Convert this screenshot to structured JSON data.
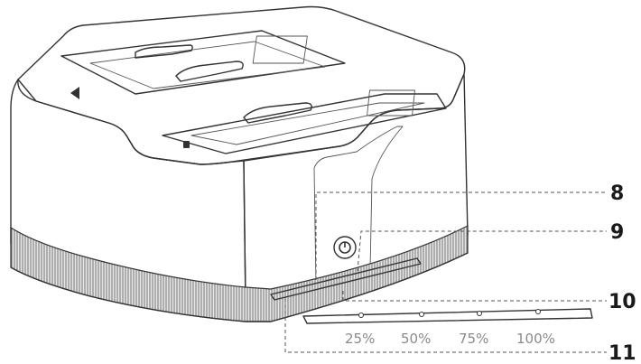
{
  "callouts": [
    {
      "id": "8",
      "label": "8"
    },
    {
      "id": "9",
      "label": "9"
    },
    {
      "id": "10",
      "label": "10"
    },
    {
      "id": "11",
      "label": "11"
    }
  ],
  "led_scale": [
    "25%",
    "50%",
    "75%",
    "100%"
  ],
  "icons": {
    "power_button": "power-button-icon",
    "eject_left": "eject-arrow-icon",
    "lock_slot": "lock-icon"
  },
  "colors": {
    "outline": "#333333",
    "body": "#f7f7f7",
    "grip": "#9a9a9a",
    "label_text": "#8a8a8a"
  }
}
